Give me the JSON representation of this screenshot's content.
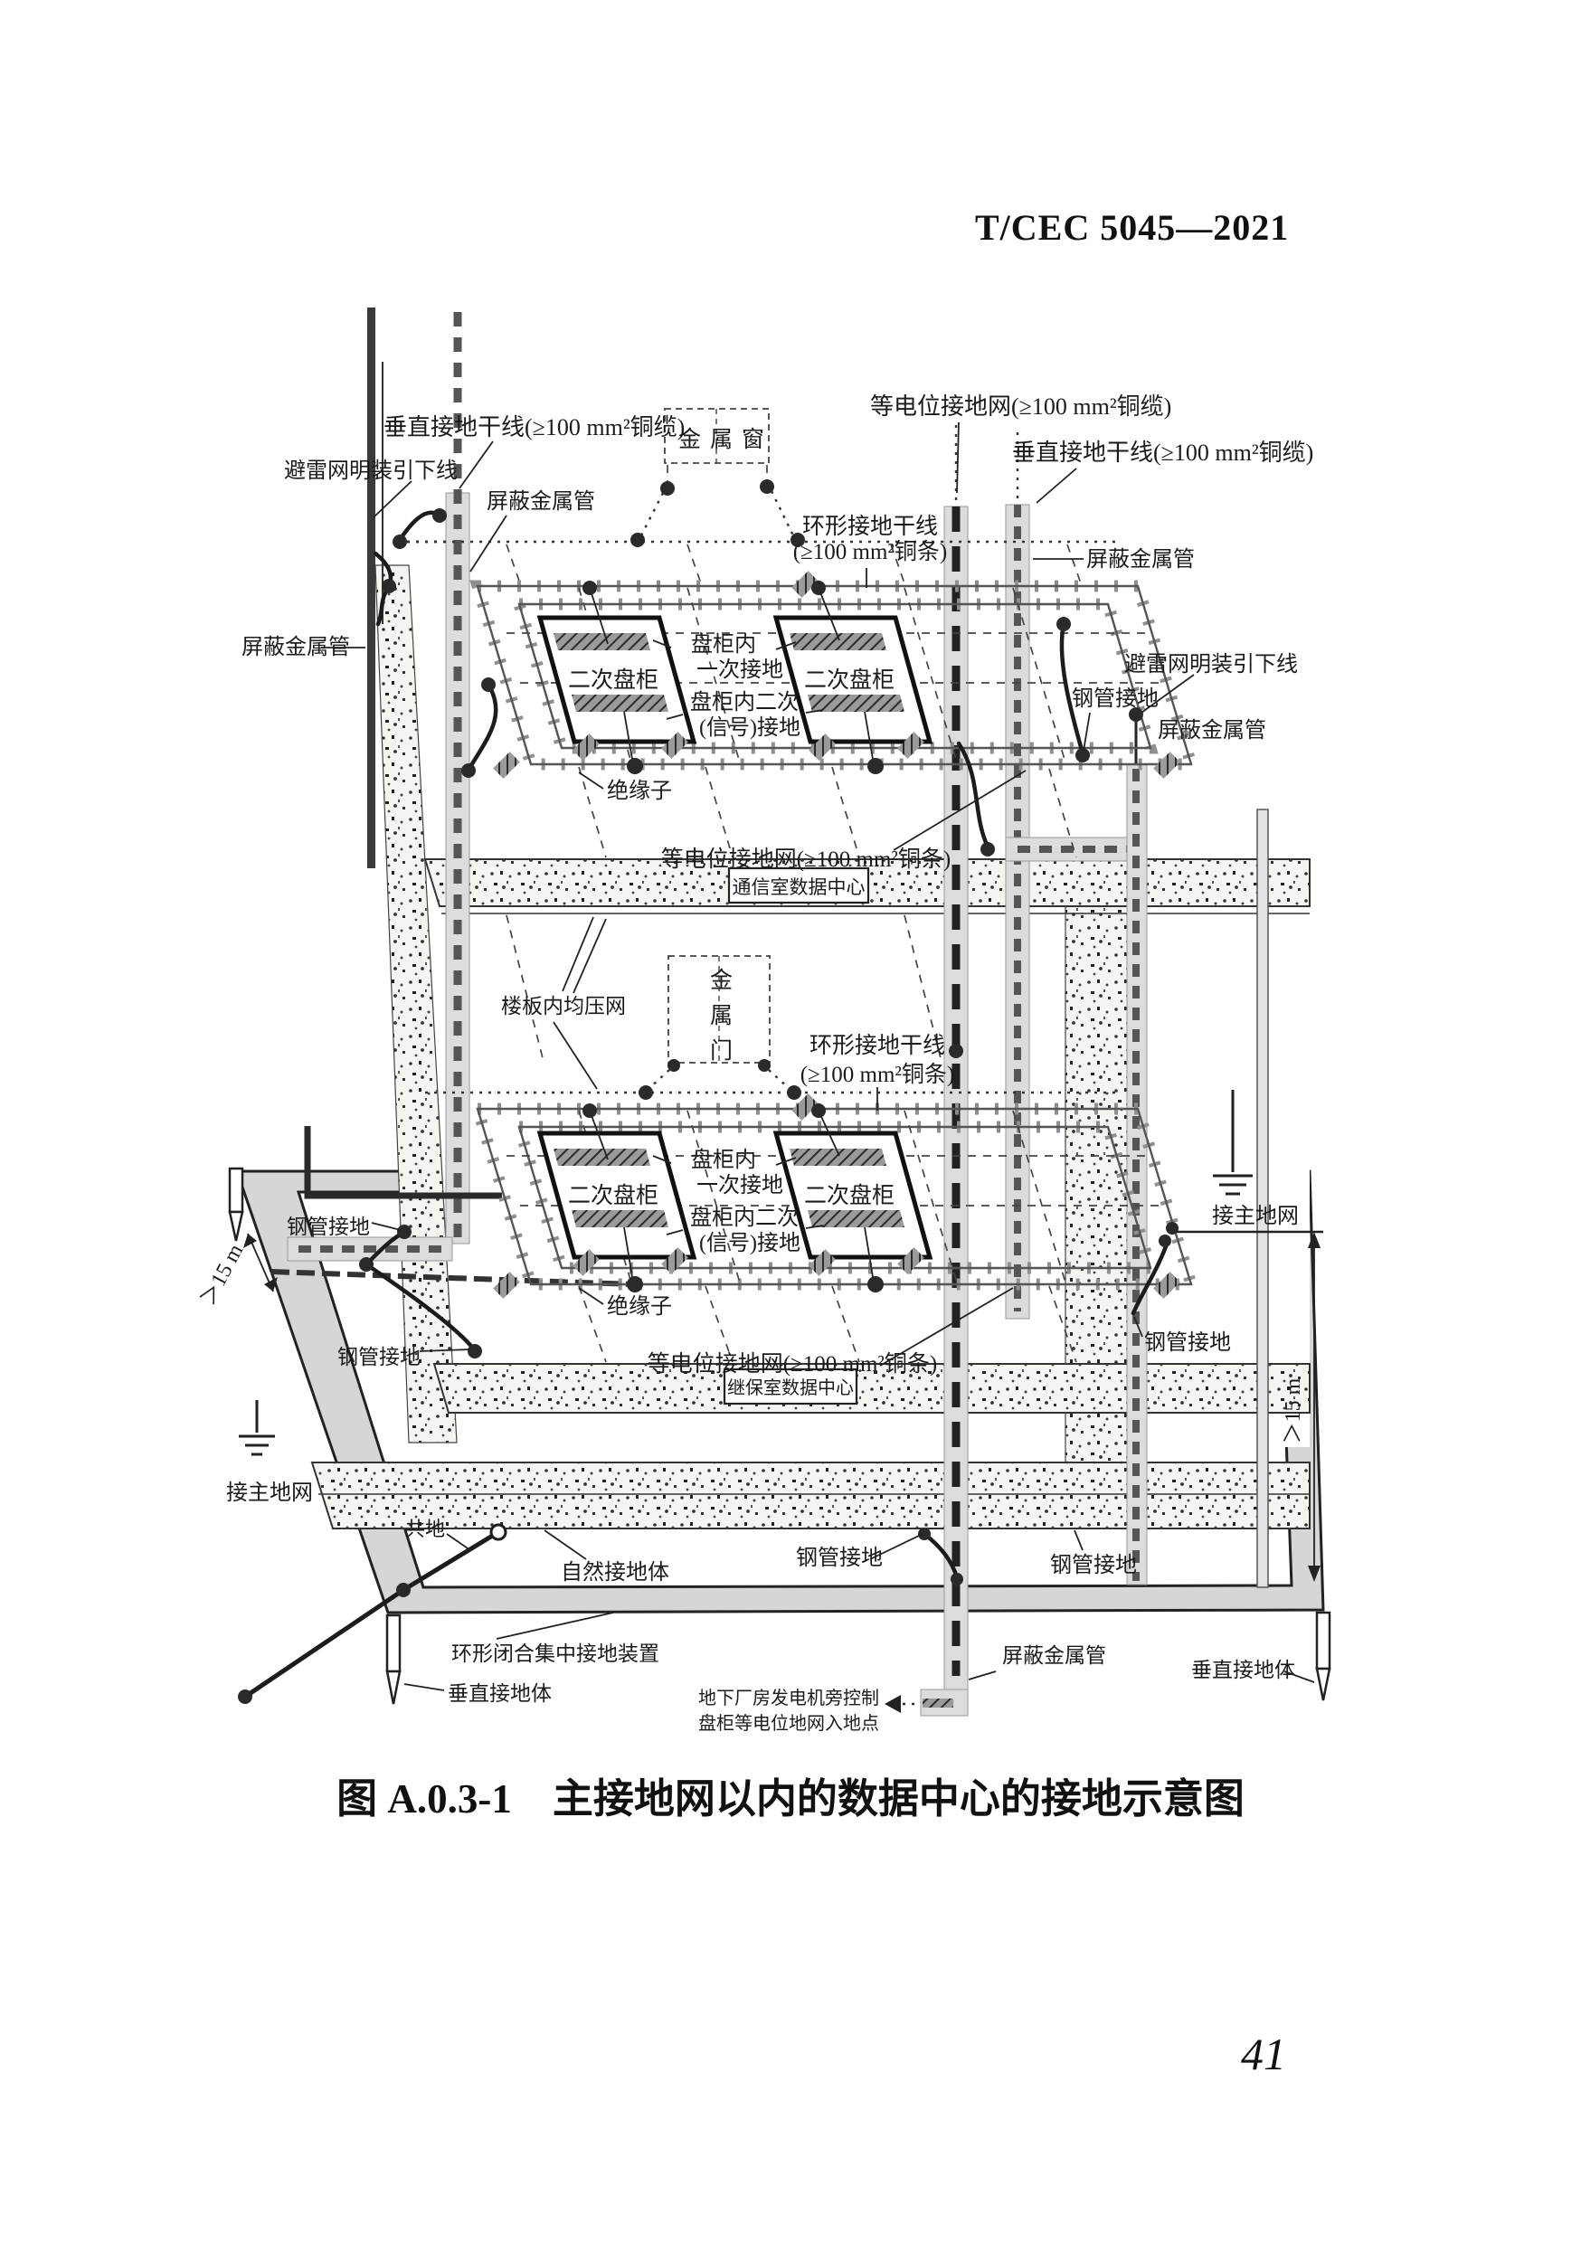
{
  "page": {
    "header": "T/CEC 5045—2021",
    "page_number": "41",
    "caption": "图 A.0.3-1　主接地网以内的数据中心的接地示意图"
  },
  "diagram": {
    "rooms": {
      "upper": "通信室数据中心",
      "lower": "继保室数据中心"
    },
    "cabinet": "二次盘柜",
    "labels": {
      "vertical_trunk_cable": "垂直接地干线(≥100 mm²铜缆)",
      "lightning_down_conductor": "避雷网明装引下线",
      "shield_metal_pipe": "屏蔽金属管",
      "metal_window": "金属窗",
      "metal_door": "金属门",
      "equipotential_net_cable": "等电位接地网(≥100 mm²铜缆)",
      "equipotential_net_bar": "等电位接地网(≥100 mm²铜条)",
      "ring_trunk_line1": "环形接地干线",
      "ring_trunk_line2": "(≥100 mm²铜条)",
      "panel_primary_line1": "盘柜内",
      "panel_primary_line2": "一次接地",
      "panel_signal_line1": "盘柜内二次",
      "panel_signal_line2": "(信号)接地",
      "insulator": "绝缘子",
      "floor_equalizing_mesh": "楼板内均压网",
      "steel_pipe_ground": "钢管接地",
      "to_main_grid": "接主地网",
      "common_ground": "共地",
      "natural_earth_electrode": "自然接地体",
      "ring_closed_device": "环形闭合集中接地装置",
      "vertical_earth_electrode": "垂直接地体",
      "distance_15m": "＞15 m",
      "entry_point_line1": "地下厂房发电机旁控制",
      "entry_point_line2": "盘柜等电位地网入地点"
    }
  }
}
